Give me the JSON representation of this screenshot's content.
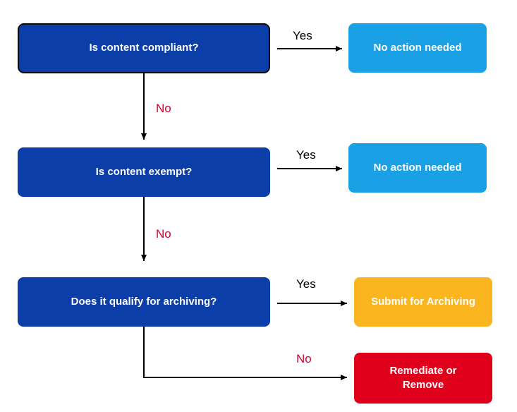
{
  "nodes": {
    "q1": "Is content compliant?",
    "q2": "Is content exempt?",
    "q3": "Does it qualify for archiving?",
    "a1": "No action needed",
    "a2": "No action needed",
    "a3": "Submit for Archiving",
    "a4": "Remediate or\nRemove"
  },
  "edges": {
    "yes1": "Yes",
    "yes2": "Yes",
    "yes3": "Yes",
    "no1": "No",
    "no2": "No",
    "no3": "No"
  },
  "colors": {
    "decision": "#0b3ea8",
    "outcome": "#1aa0e4",
    "archive": "#fbb51f",
    "remove": "#e0001b",
    "no_label": "#d3002a"
  }
}
